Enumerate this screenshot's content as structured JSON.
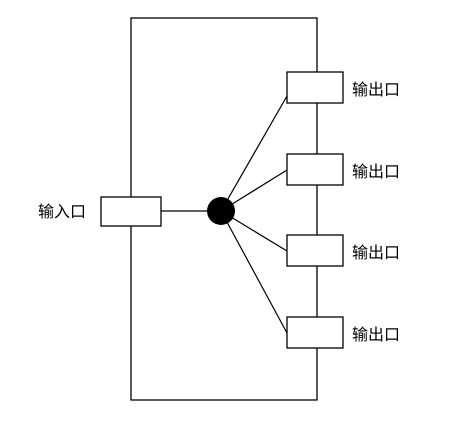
{
  "diagram": {
    "input_port_label": "输入口",
    "output_port_labels": [
      "输出口",
      "输出口",
      "输出口",
      "输出口"
    ],
    "colors": {
      "stroke": "#000000",
      "hub_fill": "#000000",
      "background": "#ffffff"
    }
  }
}
